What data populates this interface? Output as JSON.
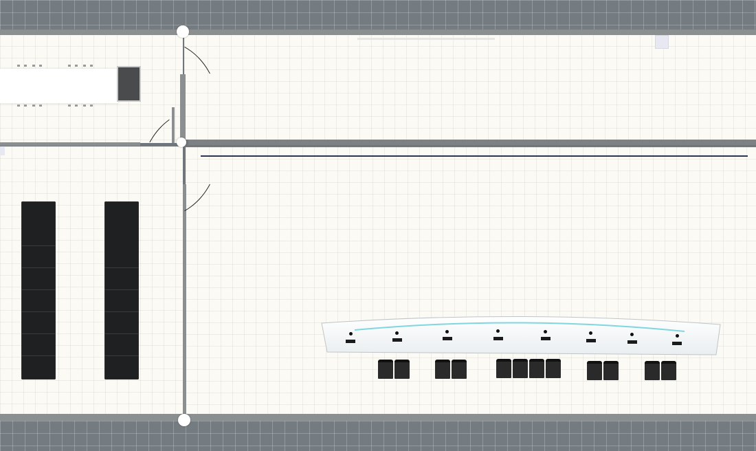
{
  "scene": {
    "type": "floor-plan-editor",
    "rooms": [
      "meeting-room",
      "corridor",
      "storage-room",
      "lecture-hall"
    ],
    "colors": {
      "exterior_grid": "#747c81",
      "floor": "#fbfaf4",
      "wall": "#8c8f90",
      "bench": "#1f2021",
      "stage_accent": "#7fd6df"
    }
  },
  "meeting_room": {
    "table_count": 1,
    "chair_count": 8
  },
  "storage_room": {
    "bench_count": 2
  },
  "lecture_hall": {
    "stage_mic_count": 8,
    "seat_groups": [
      2,
      2,
      4,
      2,
      2
    ]
  },
  "icons": [
    "door-swing-icon",
    "wall-node-handle-icon"
  ]
}
